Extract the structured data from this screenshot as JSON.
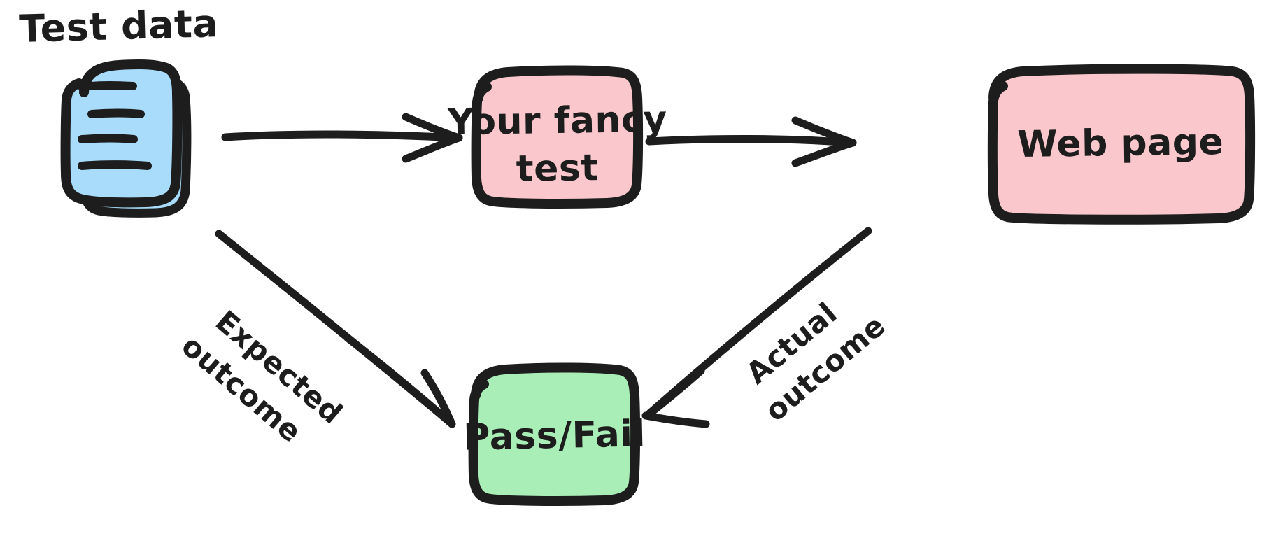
{
  "diagram": {
    "type": "flow-diagram",
    "style": "hand-drawn",
    "background_color": "#ffffff",
    "stroke_color": "#1d1d1d",
    "title": "Test data",
    "nodes": [
      {
        "id": "test-data",
        "label": "Test data",
        "shape": "document-stack",
        "fill_color": "#a9dcfa",
        "label_position": "above"
      },
      {
        "id": "your-fancy-test",
        "label": "Your fancy test",
        "label_line1": "Your fancy",
        "label_line2": "test",
        "shape": "rounded-rect",
        "fill_color": "#fac8cc"
      },
      {
        "id": "web-page",
        "label": "Web page",
        "label_line1": "Web page",
        "shape": "rounded-rect",
        "fill_color": "#fac8cc"
      },
      {
        "id": "pass-fail",
        "label": "Pass/Fail",
        "label_line1": "Pass/Fail",
        "shape": "rounded-rect",
        "fill_color": "#a9eeb6"
      }
    ],
    "edges": [
      {
        "id": "edge-testdata-to-test",
        "from": "test-data",
        "to": "your-fancy-test",
        "label": ""
      },
      {
        "id": "edge-test-to-webpage",
        "from": "your-fancy-test",
        "to": "web-page",
        "label": ""
      },
      {
        "id": "edge-testdata-to-passfail",
        "from": "test-data",
        "to": "pass-fail",
        "label": "Expected outcome",
        "label_line1": "Expected",
        "label_line2": "outcome"
      },
      {
        "id": "edge-webpage-to-passfail",
        "from": "web-page",
        "to": "pass-fail",
        "label": "Actual outcome",
        "label_line1": "Actual",
        "label_line2": "outcome"
      }
    ]
  }
}
